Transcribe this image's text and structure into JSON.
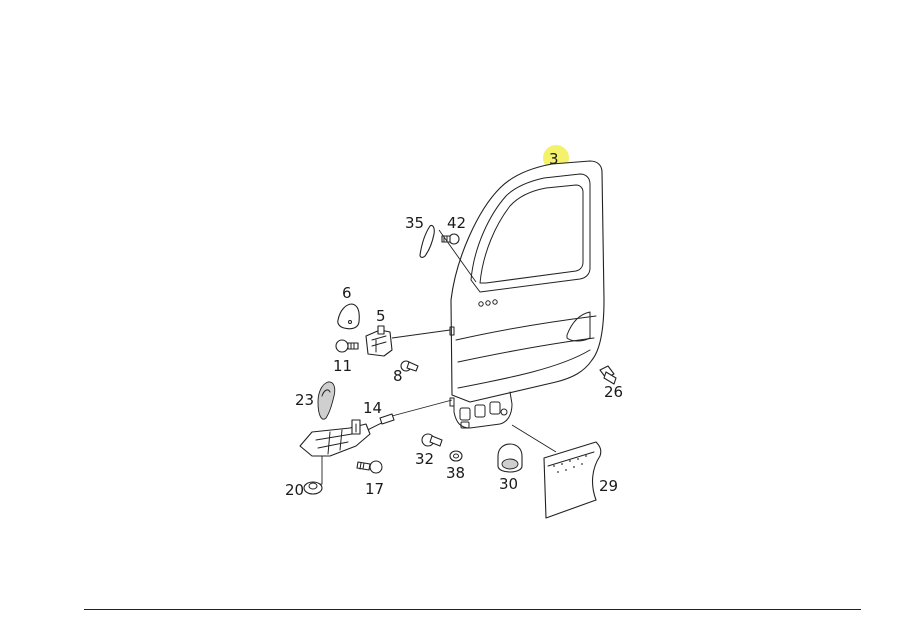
{
  "diagram": {
    "highlight_color": "#f4f26a",
    "callouts": {
      "c3": "3",
      "c35": "35",
      "c42": "42",
      "c6": "6",
      "c5": "5",
      "c11": "11",
      "c8": "8",
      "c23": "23",
      "c14": "14",
      "c26": "26",
      "c32": "32",
      "c38": "38",
      "c30": "30",
      "c29": "29",
      "c20": "20",
      "c17": "17"
    }
  }
}
